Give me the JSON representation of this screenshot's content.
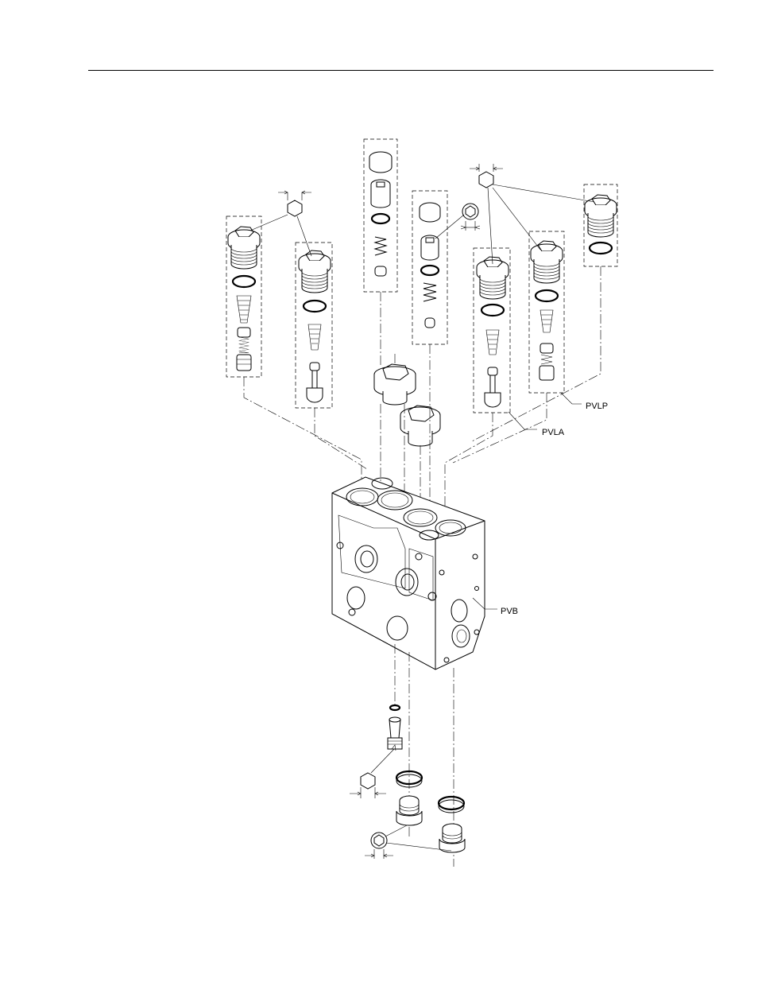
{
  "labels": {
    "pvlp": "PVLP",
    "pvla": "PVLA",
    "pvb": "PVB"
  }
}
